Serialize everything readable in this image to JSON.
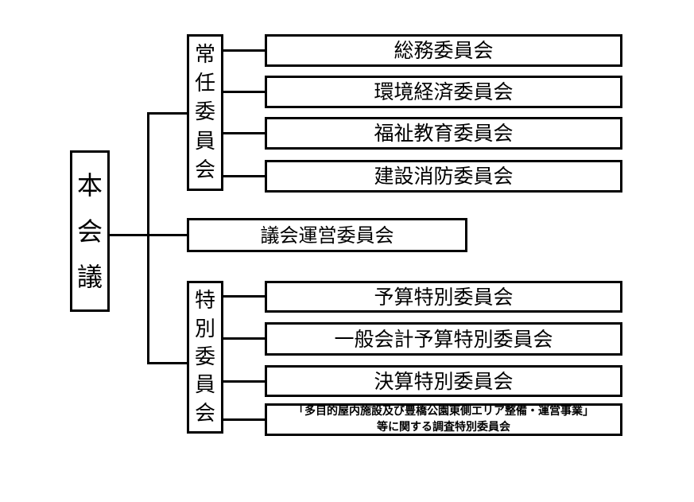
{
  "page": {
    "background_color": "#ffffff",
    "line_color": "#000000",
    "text_color": "#000000"
  },
  "plenary": {
    "label": "本会議"
  },
  "groups": {
    "standing": {
      "label": "常任委員会"
    },
    "special": {
      "label": "特別委員会"
    }
  },
  "management_committee": {
    "label": "議会運営委員会"
  },
  "standing_committees": [
    "総務委員会",
    "環境経済委員会",
    "福祉教育委員会",
    "建設消防委員会"
  ],
  "special_committees": [
    "予算特別委員会",
    "一般会計予算特別委員会",
    "決算特別委員会"
  ],
  "investigation_committee": {
    "line1": "「多目的屋内施設及び豊橋公園東側エリア整備・運営事業」",
    "line2": "等に関する調査特別委員会"
  }
}
